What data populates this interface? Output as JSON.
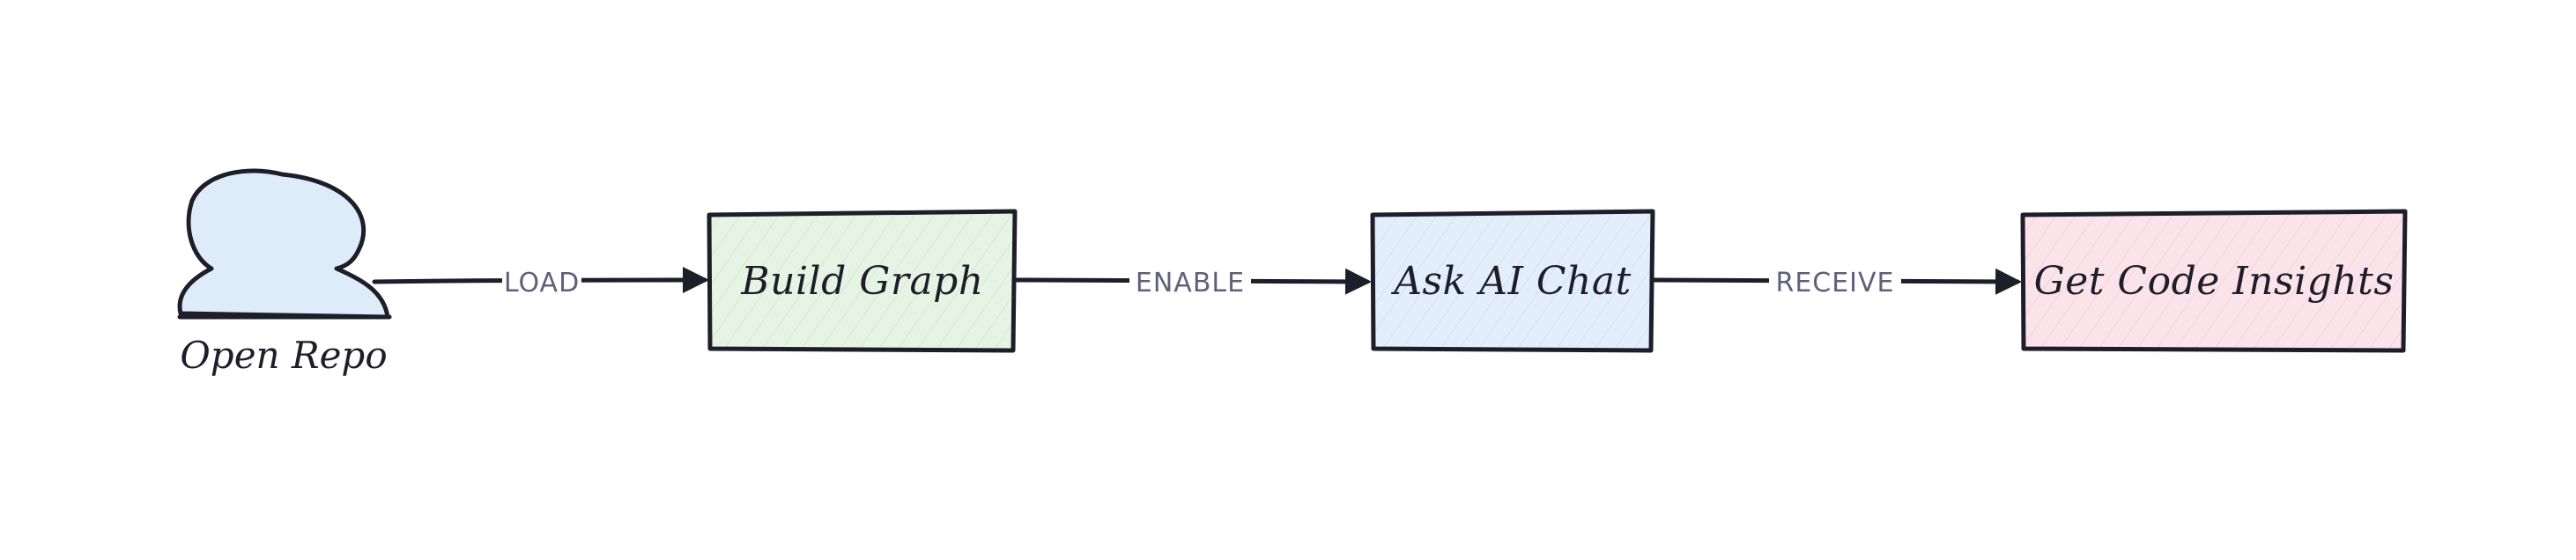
{
  "diagram": {
    "actor": {
      "label": "Open Repo",
      "icon": "person-icon",
      "fill": "#deebf8"
    },
    "nodes": [
      {
        "id": "build-graph",
        "label": "Build Graph",
        "fill": "#e6f4e3",
        "hatch": "#b9d8b2"
      },
      {
        "id": "ask-ai-chat",
        "label": "Ask AI Chat",
        "fill": "#e2effb",
        "hatch": "#b4cde8"
      },
      {
        "id": "get-code-insights",
        "label": "Get Code Insights",
        "fill": "#fbe3ea",
        "hatch": "#e9b8c6"
      }
    ],
    "edges": [
      {
        "from": "actor",
        "to": "build-graph",
        "label": "LOAD"
      },
      {
        "from": "build-graph",
        "to": "ask-ai-chat",
        "label": "ENABLE"
      },
      {
        "from": "ask-ai-chat",
        "to": "get-code-insights",
        "label": "RECEIVE"
      }
    ],
    "colors": {
      "stroke": "#1e1e2a",
      "edge_label": "#60607a",
      "background": "#ffffff"
    }
  }
}
